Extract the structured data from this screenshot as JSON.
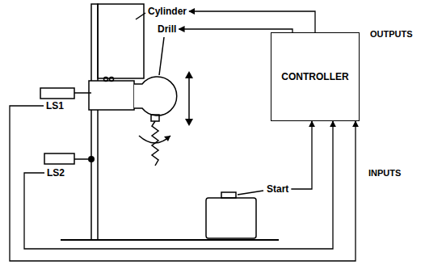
{
  "diagram": {
    "nodes": [
      {
        "text": [
          "Cylinder"
        ]
      },
      {
        "text": [
          "Drill"
        ]
      },
      {
        "text": [
          "CONTROLLER"
        ]
      },
      {
        "text": [
          "LS1"
        ]
      },
      {
        "text": [
          "LS2"
        ]
      },
      {
        "text": [
          "Start"
        ]
      }
    ],
    "edges": [
      {
        "from": 2,
        "to": 0,
        "arrow": "to"
      },
      {
        "from": 2,
        "to": 1,
        "arrow": "to"
      },
      {
        "from": 3,
        "to": 2,
        "arrow": "to"
      },
      {
        "from": 4,
        "to": 2,
        "arrow": "to"
      },
      {
        "from": 5,
        "to": 2,
        "arrow": "to"
      }
    ],
    "labels": [
      "OUTPUTS",
      "INPUTS"
    ]
  }
}
